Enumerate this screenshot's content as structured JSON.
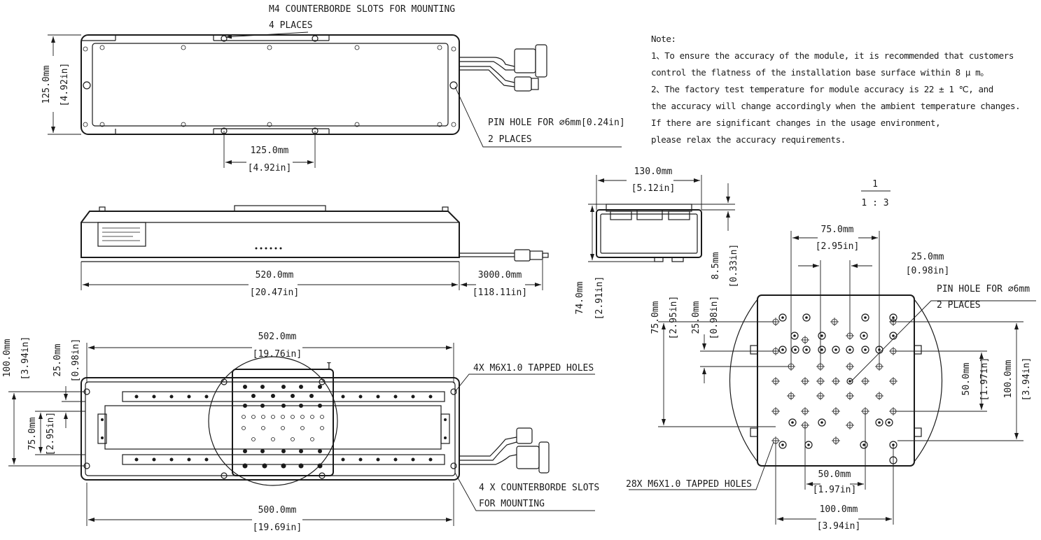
{
  "note": {
    "heading": "Note:",
    "lines": [
      "1、To ensure the accuracy of the module, it is recommended that customers",
      "control the flatness of the installation base surface within 8 μ m。",
      "2、The factory test temperature for module accuracy is 22 ± 1 ℃, and",
      "the accuracy will change accordingly when the ambient temperature changes.",
      "If there are significant changes in the usage environment,",
      "please relax the accuracy requirements."
    ]
  },
  "scale": {
    "numerator": "1",
    "denominator": "1 : 3"
  },
  "top_view": {
    "slot_callout": [
      "M4 COUNTERBORDE SLOTS FOR MOUNTING",
      "4 PLACES"
    ],
    "pin_callout": [
      "PIN HOLE FOR ∅6mm[0.24in]",
      "2 PLACES"
    ],
    "height_mm": "125.0mm",
    "height_in": "[4.92in]",
    "spacing_mm": "125.0mm",
    "spacing_in": "[4.92in]"
  },
  "side_view": {
    "length_mm": "520.0mm",
    "length_in": "[20.47in]",
    "cable_mm": "3000.0mm",
    "cable_in": "[118.11in]"
  },
  "end_view": {
    "width_mm": "130.0mm",
    "width_in": "[5.12in]",
    "height_mm": "74.0mm",
    "height_in": "[2.91in]",
    "offset_mm": "8.5mm",
    "offset_in": "[0.33in]"
  },
  "plan_view": {
    "travel_mm": "502.0mm",
    "travel_in": "[19.76in]",
    "base_mm": "500.0mm",
    "base_in": "[19.69in]",
    "left_total_mm": "100.0mm",
    "left_total_in": "[3.94in]",
    "left_offset_mm": "25.0mm",
    "left_offset_in": "[0.98in]",
    "left_inner_mm": "75.0mm",
    "left_inner_in": "[2.95in]",
    "tapped_callout": "4X M6X1.0 TAPPED HOLES",
    "slot_callout": [
      "4 X COUNTERBORDE SLOTS",
      "FOR MOUNTING"
    ],
    "section_mark": "I"
  },
  "detail_view": {
    "top_pitch_mm": "75.0mm",
    "top_pitch_in": "[2.95in]",
    "top_offset_mm": "25.0mm",
    "top_offset_in": "[0.98in]",
    "pin_callout": [
      "PIN HOLE FOR ∅6mm",
      "2 PLACES"
    ],
    "left_pitch_mm": "75.0mm",
    "left_pitch_in": "[2.95in]",
    "left_offset_mm": "25.0mm",
    "left_offset_in": "[0.98in]",
    "right_pitch_mm": "50.0mm",
    "right_pitch_in": "[1.97in]",
    "right_total_mm": "100.0mm",
    "right_total_in": "[3.94in]",
    "bottom_pitch_mm": "50.0mm",
    "bottom_pitch_in": "[1.97in]",
    "bottom_total_mm": "100.0mm",
    "bottom_total_in": "[3.94in]",
    "tapped_callout": "28X M6X1.0 TAPPED HOLES"
  }
}
